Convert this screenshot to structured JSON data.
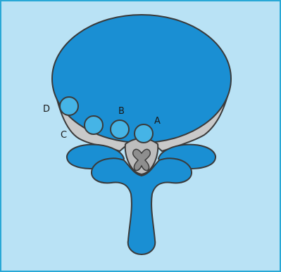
{
  "labels": {
    "a": "A",
    "b": "B",
    "c": "C",
    "d": "D"
  },
  "colors": {
    "background": "#b9e2f5",
    "border": "#29a8d6",
    "disc": "#1a8fd3",
    "bone": "#1a8fd3",
    "ligament": "#c9c9c9",
    "nodule": "#45b4e6",
    "spinal_cord": "#b5b5b5",
    "outline": "#3a3a3a"
  }
}
